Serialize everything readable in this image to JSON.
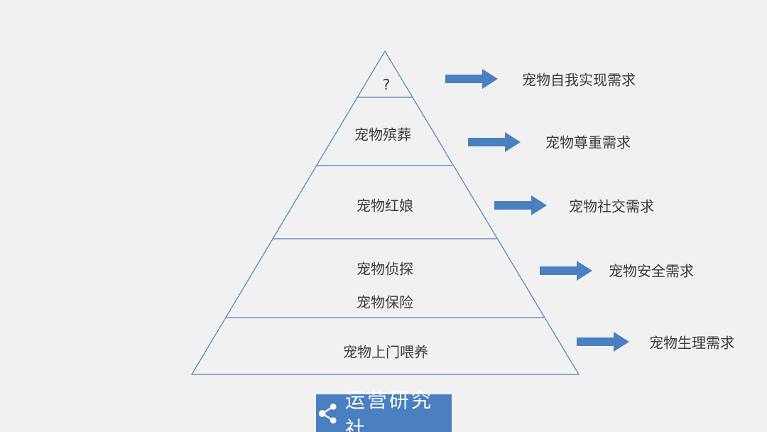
{
  "pyramid": {
    "tiers": [
      {
        "lines": [
          "?"
        ]
      },
      {
        "lines": [
          "宠物殡葬"
        ]
      },
      {
        "lines": [
          "宠物红娘"
        ]
      },
      {
        "lines": [
          "宠物侦探",
          "宠物保险"
        ]
      },
      {
        "lines": [
          "宠物上门喂养"
        ]
      }
    ],
    "stroke_color": "#4a7fc0"
  },
  "needs": [
    {
      "label": "宠物自我实现需求"
    },
    {
      "label": "宠物尊重需求"
    },
    {
      "label": "宠物社交需求"
    },
    {
      "label": "宠物安全需求"
    },
    {
      "label": "宠物生理需求"
    }
  ],
  "arrow_color": "#4a7fc0",
  "logo": {
    "icon": "share-icon",
    "text": "运营研究社",
    "background": "#4a7fc0"
  }
}
